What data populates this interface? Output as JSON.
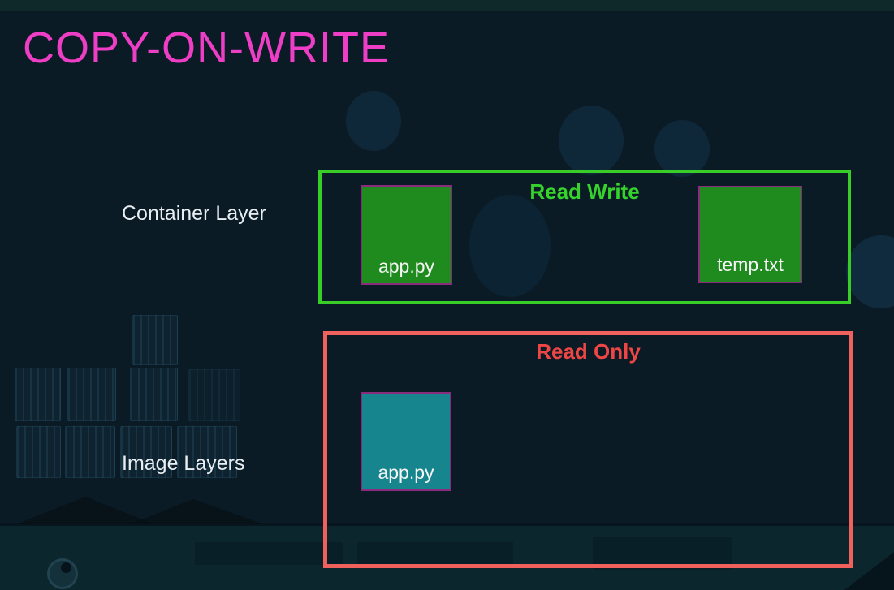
{
  "title": "COPY-ON-WRITE",
  "layers": {
    "container": {
      "label": "Container Layer",
      "mode_label": "Read Write",
      "files": [
        "app.py",
        "temp.txt"
      ]
    },
    "image": {
      "label": "Image Layers",
      "mode_label": "Read Only",
      "files": [
        "app.py"
      ]
    }
  },
  "colors": {
    "background": "#0a1b26",
    "title": "#ee3ec6",
    "label_text": "#e9eef2",
    "read_write": "#35d32c",
    "read_write_border": "#39cd27",
    "read_only": "#ee4645",
    "read_only_border": "#f0605c",
    "container_file_fill": "#1f8b1f",
    "image_file_fill": "#17858e",
    "file_border": "#8a2b7d",
    "file_text": "#f5f5f5"
  }
}
